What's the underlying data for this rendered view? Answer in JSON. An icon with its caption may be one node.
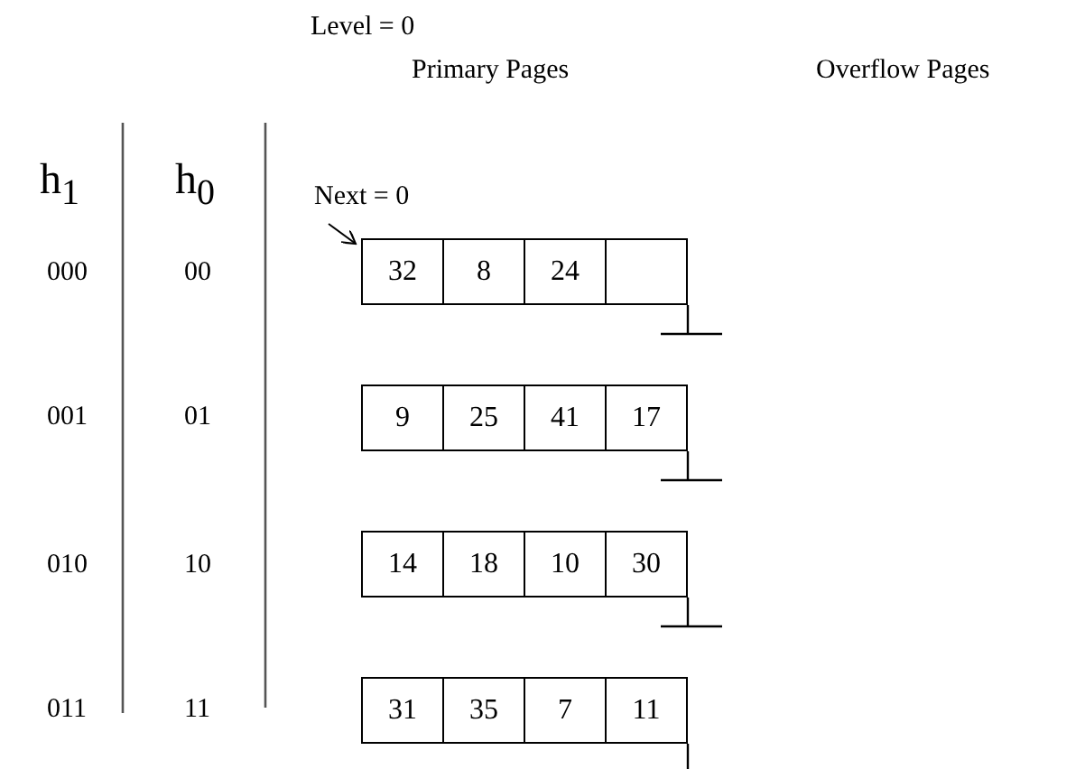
{
  "diagram": {
    "nodes": [
      {
        "text": [
          "Next = 0"
        ]
      },
      {
        "text": [
          "32"
        ]
      },
      {
        "text": [
          "8"
        ]
      },
      {
        "text": [
          "24"
        ]
      },
      {
        "text": [],
        "shape": "box"
      },
      {
        "text": [
          "9"
        ]
      },
      {
        "text": [
          "25"
        ]
      },
      {
        "text": [
          "41"
        ]
      },
      {
        "text": [
          "17"
        ]
      },
      {
        "text": [
          "14"
        ]
      },
      {
        "text": [
          "18"
        ]
      },
      {
        "text": [
          "10"
        ]
      },
      {
        "text": [
          "30"
        ]
      },
      {
        "text": [
          "31"
        ]
      },
      {
        "text": [
          "35"
        ]
      },
      {
        "text": [
          "7"
        ]
      },
      {
        "text": [
          "11"
        ]
      }
    ],
    "edges": [
      {
        "from": 0,
        "to": 1,
        "arrow": "to"
      }
    ],
    "labels": [
      "Level = 0",
      "Primary Pages",
      "Overflow Pages",
      "h$_{1}$",
      "h$_{0}$",
      "000",
      "00",
      "001",
      "01",
      "010",
      "10",
      "011",
      "11"
    ]
  }
}
